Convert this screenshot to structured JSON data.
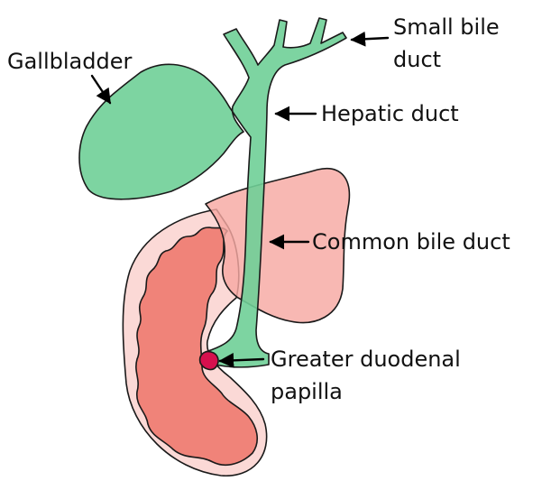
{
  "labels": {
    "small_bile_duct_line1": "Small bile",
    "small_bile_duct_line2": "duct",
    "gallbladder": "Gallbladder",
    "hepatic_duct": "Hepatic duct",
    "common_bile_duct": "Common bile duct",
    "papilla_line1": "Greater duodenal",
    "papilla_line2": "papilla"
  },
  "colors": {
    "bile_duct_green": "#6fcf97",
    "pancreas_pink": "#f7a8a2",
    "duodenum_outer": "#fbd9d6",
    "duodenum_lumen": "#f08379",
    "papilla": "#d6104e",
    "outline": "#1a1a1a"
  }
}
